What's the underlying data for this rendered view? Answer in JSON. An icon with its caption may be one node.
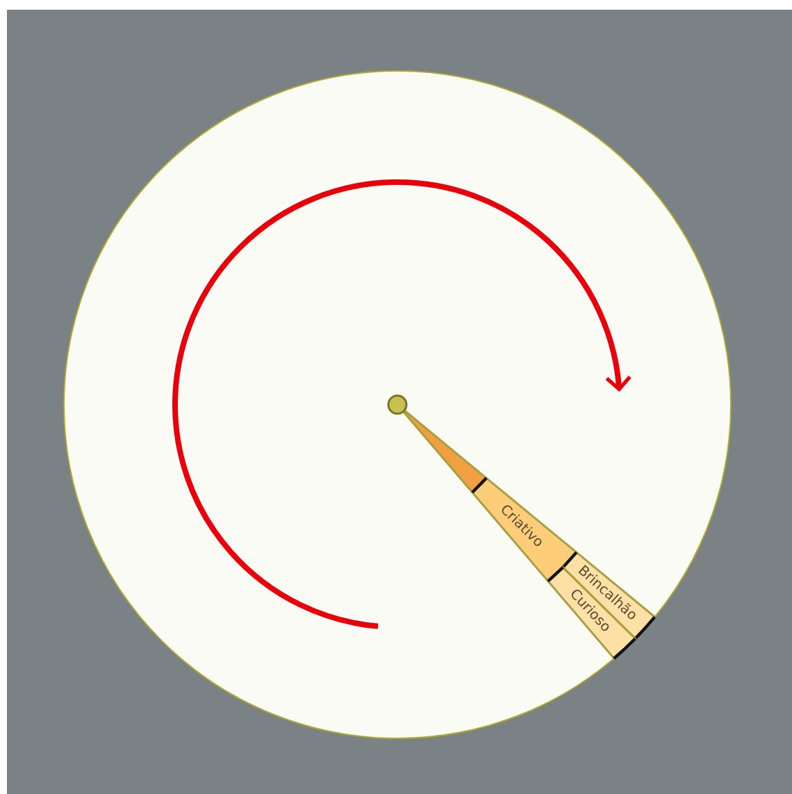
{
  "diagram": {
    "nodes": [
      {
        "text": [],
        "shape": "circle"
      },
      {
        "text": [],
        "shape": "circle",
        "in": 0
      },
      {
        "text": [],
        "shape": "wedge",
        "in": 0
      },
      {
        "text": [
          "Criativo"
        ],
        "in": 0
      },
      {
        "text": [
          "Brincalhão"
        ],
        "in": 0
      },
      {
        "text": [
          "Curioso"
        ],
        "in": 0
      }
    ],
    "edges": []
  }
}
